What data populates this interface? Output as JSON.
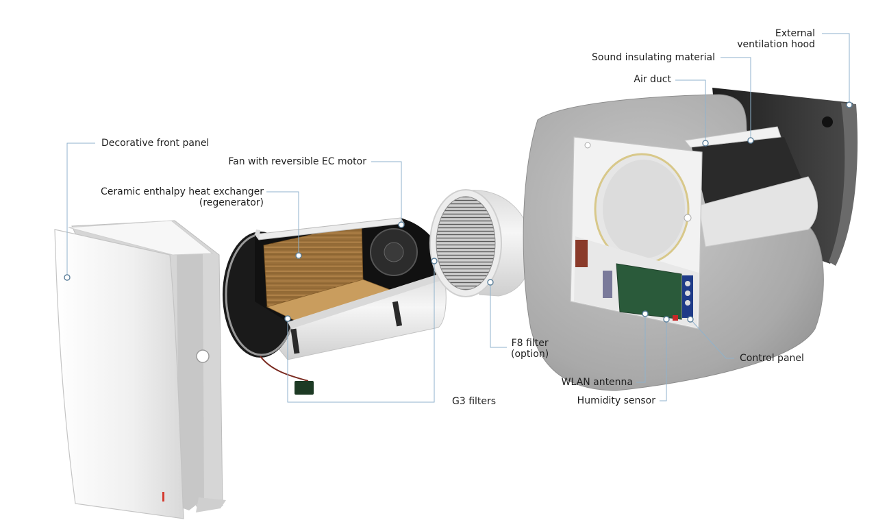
{
  "colors": {
    "leader_line": "#8fb2cc",
    "panel": "#ececec",
    "concrete": "#b8b8b8",
    "hood": "#2f2f2f",
    "regenerator": "#a4773e",
    "label_text": "#1f1f1f"
  },
  "labels": {
    "external_hood_1": "External",
    "external_hood_2": "ventilation hood",
    "sound_insulating": "Sound insulating material",
    "air_duct": "Air duct",
    "front_panel": "Decorative front panel",
    "fan": "Fan with reversible EC motor",
    "heat_exchanger_1": "Ceramic enthalpy heat exchanger",
    "heat_exchanger_2": "(regenerator)",
    "f8_filter_1": "F8 filter",
    "f8_filter_2": "(option)",
    "control_panel": "Control panel",
    "wlan_antenna": "WLAN antenna",
    "humidity_sensor": "Humidity sensor",
    "g3_filters": "G3 filters"
  }
}
